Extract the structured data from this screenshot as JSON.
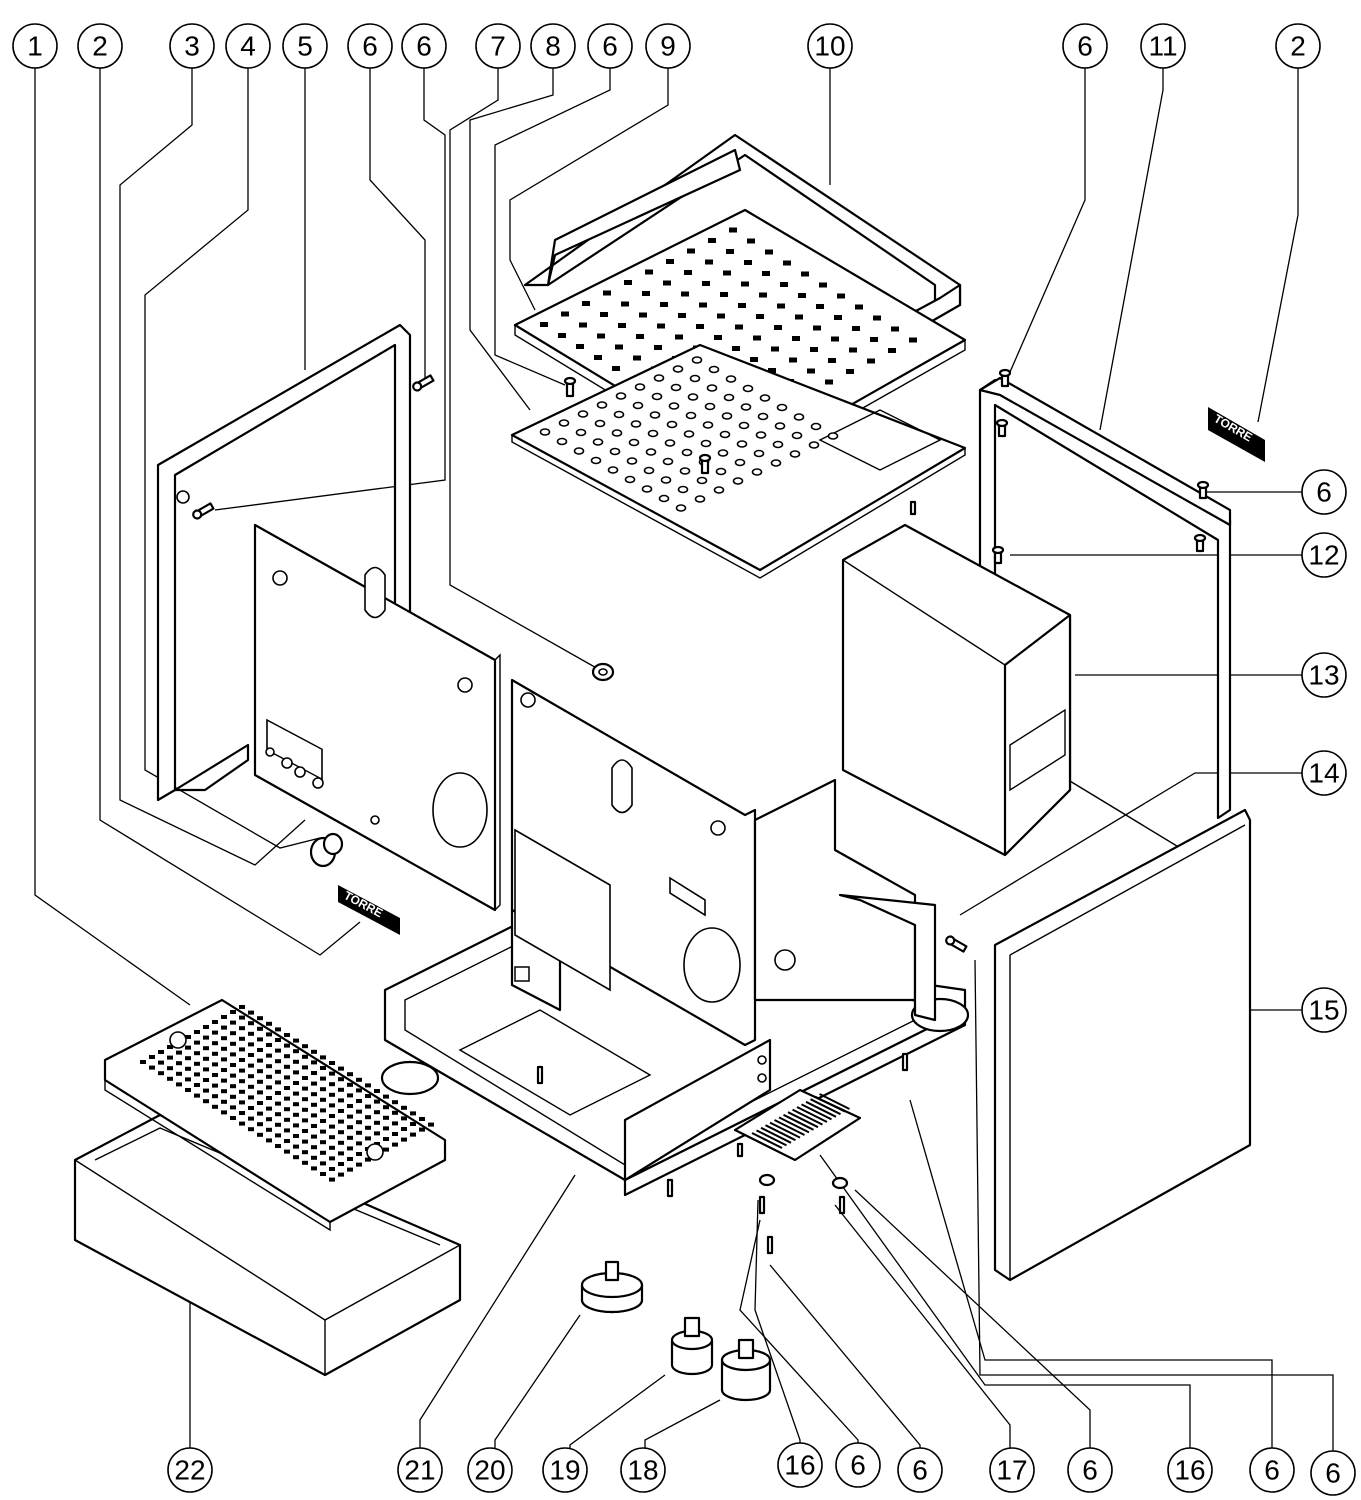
{
  "callouts": [
    {
      "id": "c-1-top",
      "number": "1"
    },
    {
      "id": "c-2-top-left",
      "number": "2"
    },
    {
      "id": "c-3-top",
      "number": "3"
    },
    {
      "id": "c-4-top",
      "number": "4"
    },
    {
      "id": "c-5-top",
      "number": "5"
    },
    {
      "id": "c-6-top-a",
      "number": "6"
    },
    {
      "id": "c-6-top-b",
      "number": "6"
    },
    {
      "id": "c-7-top",
      "number": "7"
    },
    {
      "id": "c-8-top",
      "number": "8"
    },
    {
      "id": "c-6-top-c",
      "number": "6"
    },
    {
      "id": "c-9-top",
      "number": "9"
    },
    {
      "id": "c-10-top",
      "number": "10"
    },
    {
      "id": "c-6-top-right",
      "number": "6"
    },
    {
      "id": "c-11-top",
      "number": "11"
    },
    {
      "id": "c-2-top-right",
      "number": "2"
    },
    {
      "id": "c-6-right-a",
      "number": "6"
    },
    {
      "id": "c-12-right",
      "number": "12"
    },
    {
      "id": "c-13-right",
      "number": "13"
    },
    {
      "id": "c-14-right",
      "number": "14"
    },
    {
      "id": "c-15-right",
      "number": "15"
    },
    {
      "id": "c-22-bottom",
      "number": "22"
    },
    {
      "id": "c-21-bottom",
      "number": "21"
    },
    {
      "id": "c-20-bottom",
      "number": "20"
    },
    {
      "id": "c-19-bottom",
      "number": "19"
    },
    {
      "id": "c-18-bottom",
      "number": "18"
    },
    {
      "id": "c-16-bottom-a",
      "number": "16"
    },
    {
      "id": "c-6-bottom-a",
      "number": "6"
    },
    {
      "id": "c-6-bottom-b",
      "number": "6"
    },
    {
      "id": "c-17-bottom",
      "number": "17"
    },
    {
      "id": "c-6-bottom-c",
      "number": "6"
    },
    {
      "id": "c-16-bottom-b",
      "number": "16"
    },
    {
      "id": "c-6-bottom-d",
      "number": "6"
    },
    {
      "id": "c-6-bottom-e",
      "number": "6"
    }
  ],
  "badges": {
    "front_badge": "TORRE",
    "side_badge": "TORRE"
  }
}
